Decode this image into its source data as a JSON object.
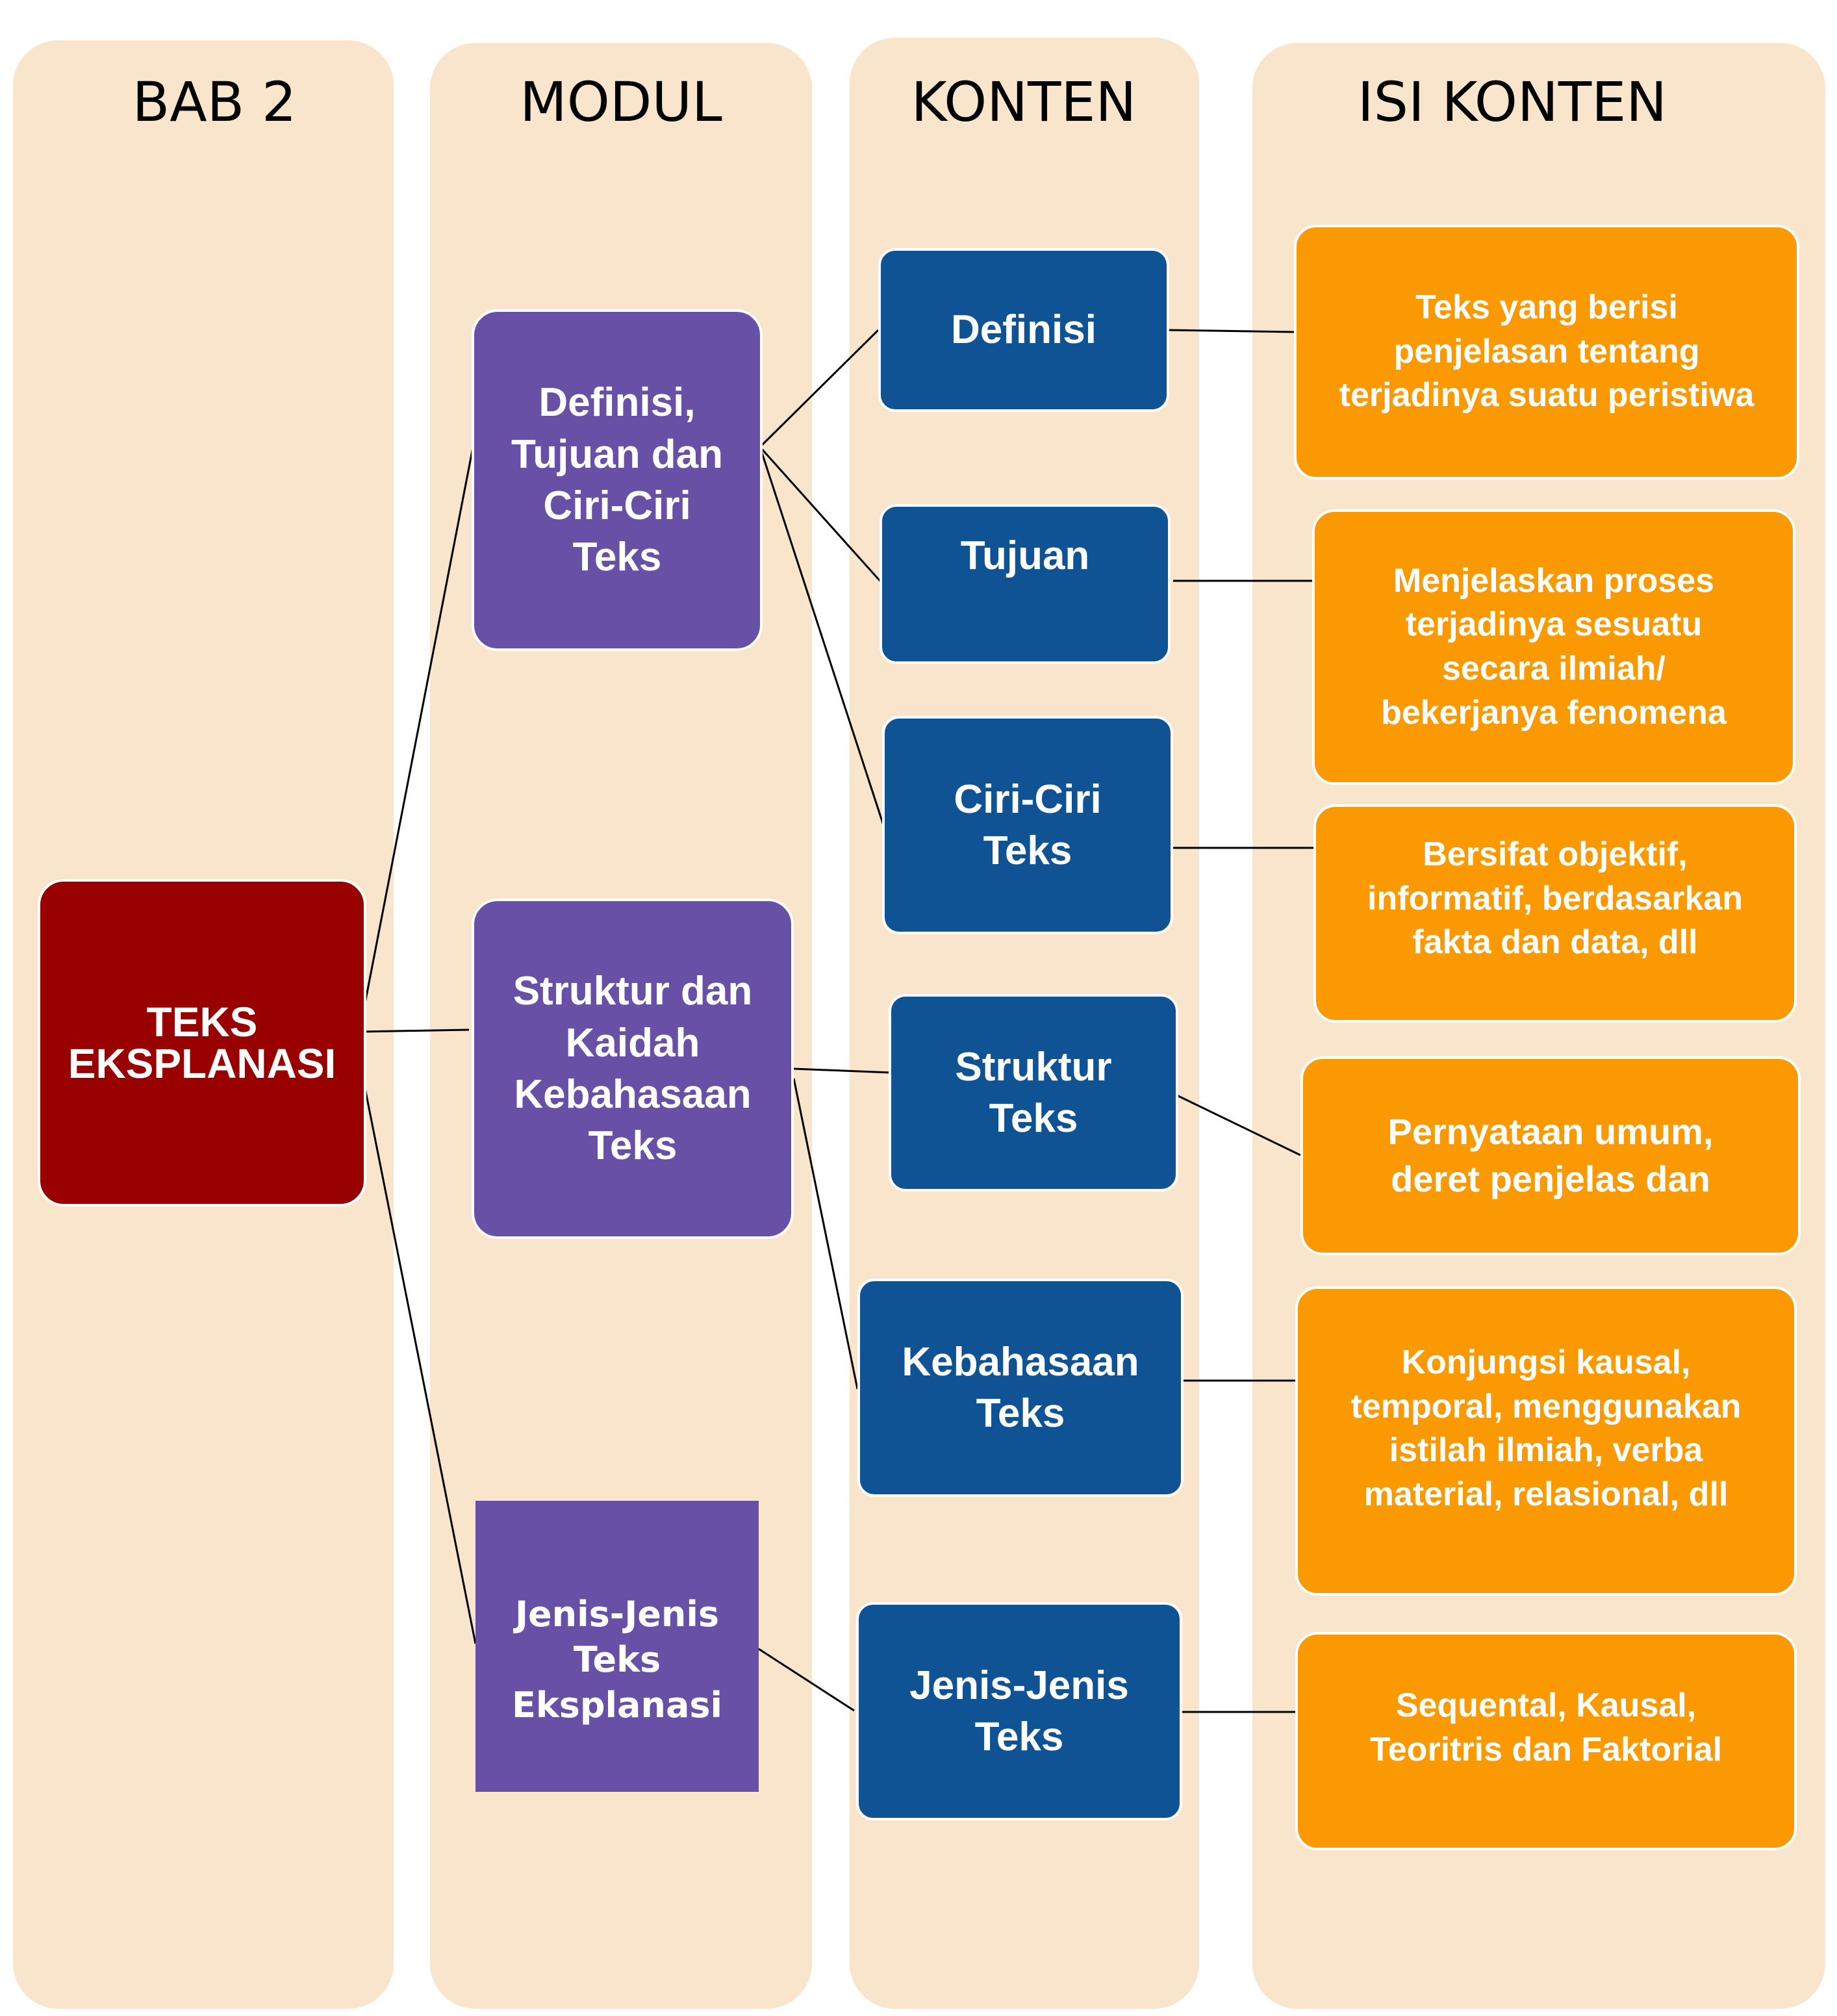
{
  "columns": {
    "bab": "BAB 2",
    "modul": "MODUL",
    "konten": "KONTEN",
    "isi": "ISI KONTEN"
  },
  "root": "TEKS\nEKSPLANASI",
  "modul": [
    "Definisi,\nTujuan dan\nCiri-Ciri\nTeks",
    "Struktur dan\nKaidah\nKebahasaan\nTeks",
    "Jenis-Jenis Teks\nEksplanasi"
  ],
  "konten": [
    "Definisi",
    "Tujuan",
    "Ciri-Ciri\nTeks",
    "Struktur\nTeks",
    "Kebahasaan\nTeks",
    "Jenis-Jenis\nTeks"
  ],
  "isi": [
    "Teks yang berisi\npenjelasan tentang\nterjadinya suatu peristiwa",
    "Menjelaskan proses\nterjadinya sesuatu\nsecara ilmiah/\nbekerjanya fenomena",
    "Bersifat objektif,\ninformatif, berdasarkan\nfakta dan data, dll",
    "Pernyataan umum,\nderet penjelas dan",
    "Konjungsi kausal,\ntemporal, menggunakan\nistilah ilmiah, verba\nmaterial, relasional, dll",
    "Sequental, Kausal,\nTeoritris dan Faktorial"
  ]
}
